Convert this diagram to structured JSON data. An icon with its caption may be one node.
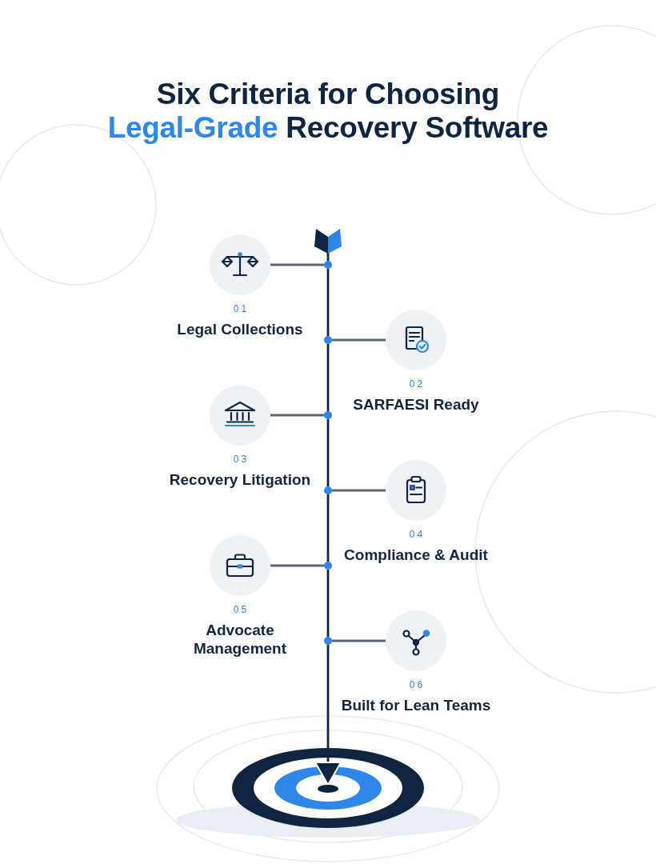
{
  "diagram": {
    "title": "Six Criteria for Choosing Legal-Grade Recovery Software",
    "nodes": [
      {
        "text": [
          "01",
          "Legal Collections"
        ]
      },
      {
        "text": [
          "02",
          "SARFAESI Ready"
        ]
      },
      {
        "text": [
          "03",
          "Recovery Litigation"
        ]
      },
      {
        "text": [
          "04",
          "Compliance & Audit"
        ]
      },
      {
        "text": [
          "05",
          "Advocate Management"
        ]
      },
      {
        "text": [
          "06",
          "Built for Lean Teams"
        ]
      },
      {
        "text": [],
        "shape": "circle"
      },
      {
        "text": [],
        "shape": "circle"
      },
      {
        "text": [],
        "shape": "circle"
      },
      {
        "text": [],
        "shape": "circle"
      },
      {
        "text": [],
        "shape": "circle"
      },
      {
        "text": [],
        "shape": "circle"
      },
      {
        "text": [],
        "shape": "circle"
      }
    ],
    "edges": [
      {
        "from": null,
        "to": 6,
        "arrow": "other"
      },
      {
        "from": 6,
        "to": 7,
        "arrow": "none"
      },
      {
        "from": 7,
        "to": 8,
        "arrow": "none"
      },
      {
        "from": 8,
        "to": 9,
        "arrow": "none"
      },
      {
        "from": 9,
        "to": 10,
        "arrow": "none"
      },
      {
        "from": 10,
        "to": 11,
        "arrow": "none"
      },
      {
        "from": 11,
        "to": 12,
        "arrow": "to"
      },
      {
        "from": 0,
        "to": 6,
        "arrow": "none",
        "color": "#5b6574"
      },
      {
        "from": 1,
        "to": 7,
        "arrow": "none",
        "color": "#5b6574"
      },
      {
        "from": 2,
        "to": 8,
        "arrow": "none",
        "color": "#5b6574"
      },
      {
        "from": 3,
        "to": 9,
        "arrow": "none",
        "color": "#5b6574"
      },
      {
        "from": 4,
        "to": 10,
        "arrow": "none",
        "color": "#5b6574"
      },
      {
        "from": 5,
        "to": 11,
        "arrow": "none",
        "color": "#5b6574"
      }
    ]
  }
}
